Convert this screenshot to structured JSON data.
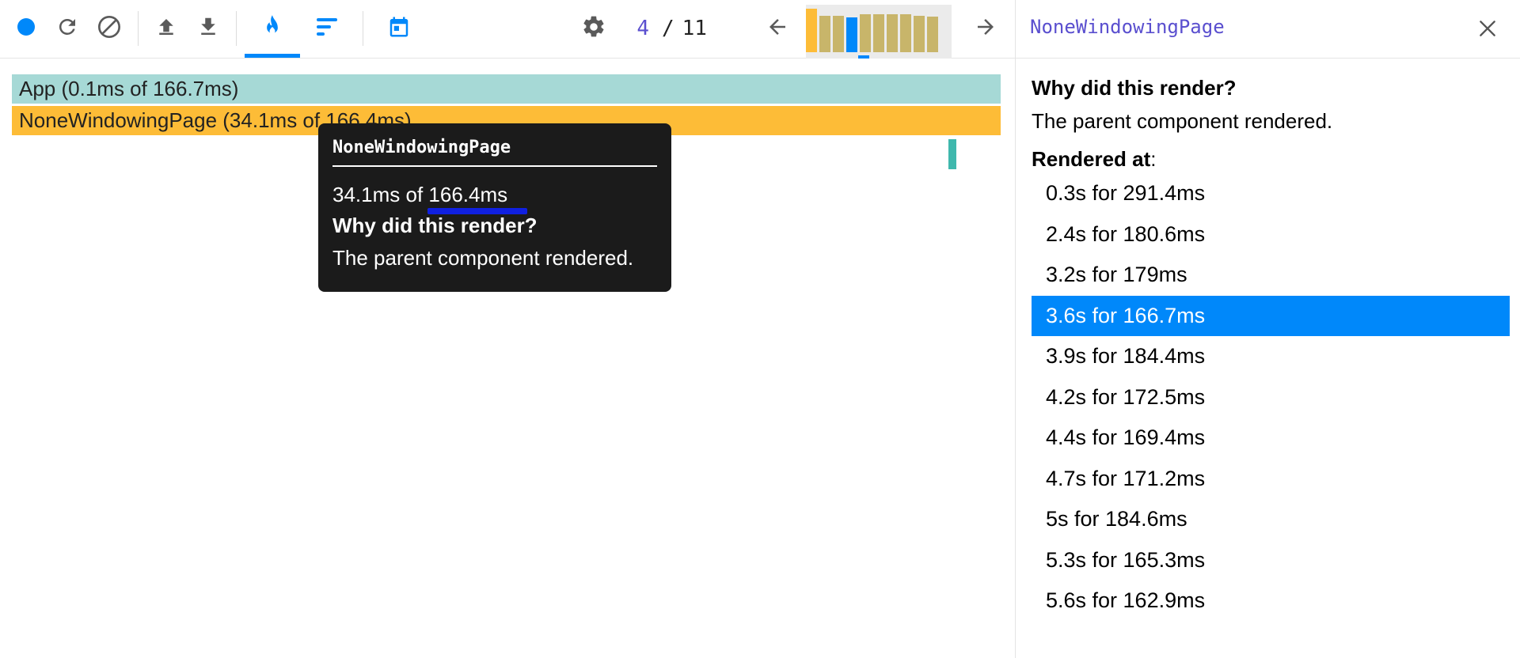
{
  "toolbar": {
    "icons": [
      "record-icon",
      "reload-icon",
      "clear-icon",
      "load-profile-icon",
      "save-profile-icon",
      "flamegraph-icon",
      "ranked-icon",
      "timeline-icon",
      "settings-icon",
      "prev-commit-icon",
      "next-commit-icon"
    ],
    "accent_color": "#0088fa"
  },
  "commit_selector": {
    "current": "4",
    "separator": "/",
    "total": "11",
    "bar_levels": [
      0.95,
      0.8,
      0.8,
      0.75,
      0.82,
      0.82,
      0.82,
      0.82,
      0.8,
      0.78
    ],
    "selected_index": 3,
    "colors": {
      "first": "#fdbc37",
      "normal": "#c8b56a",
      "selected": "#0088fa"
    }
  },
  "flamegraph": {
    "rows": [
      {
        "label": "App (0.1ms of 166.7ms)",
        "color": "#a6d9d6"
      },
      {
        "label": "NoneWindowingPage (34.1ms of 166.4ms)",
        "color": "#fdbc37"
      }
    ]
  },
  "tooltip": {
    "title": "NoneWindowingPage",
    "duration": "34.1ms of 166.4ms",
    "why_label": "Why did this render?",
    "reason": "The parent component rendered."
  },
  "sidebar": {
    "component_name": "NoneWindowingPage",
    "why_title": "Why did this render?",
    "why_text": "The parent component rendered.",
    "rendered_at_label": "Rendered at",
    "rendered_at_colon": ":",
    "renders": [
      "0.3s for 291.4ms",
      "2.4s for 180.6ms",
      "3.2s for 179ms",
      "3.6s for 166.7ms",
      "3.9s for 184.4ms",
      "4.2s for 172.5ms",
      "4.4s for 169.4ms",
      "4.7s for 171.2ms",
      "5s for 184.6ms",
      "5.3s for 165.3ms",
      "5.6s for 162.9ms"
    ],
    "selected_render_index": 3
  }
}
